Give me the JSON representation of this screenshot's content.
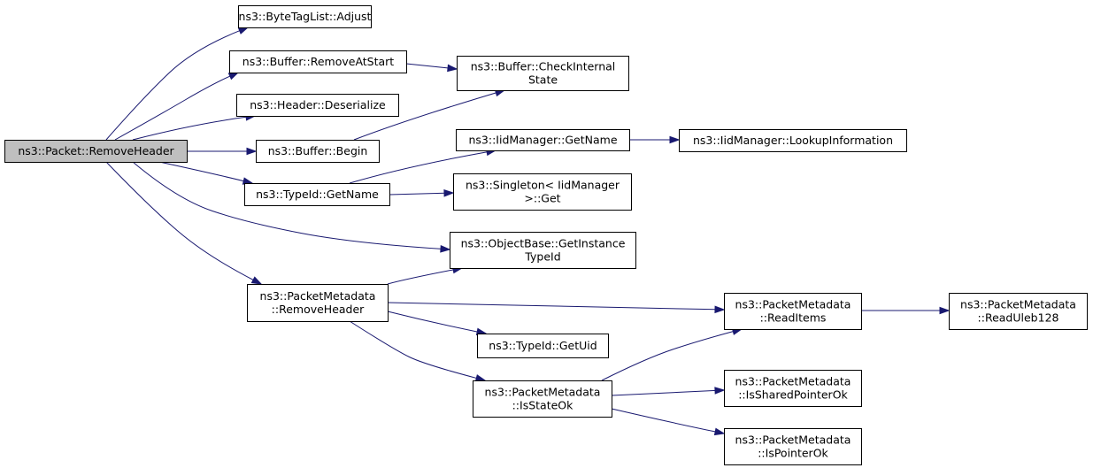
{
  "colors": {
    "edge": "#191970",
    "root_fill": "#bfbfbf",
    "node_fill": "#ffffff",
    "border": "#000000"
  },
  "nodes": {
    "packet_removeheader": {
      "lines": [
        "ns3::Packet::RemoveHeader"
      ]
    },
    "bytetaglist_adjust": {
      "lines": [
        "ns3::ByteTagList::Adjust"
      ]
    },
    "buffer_removeatstart": {
      "lines": [
        "ns3::Buffer::RemoveAtStart"
      ]
    },
    "header_deserialize": {
      "lines": [
        "ns3::Header::Deserialize"
      ]
    },
    "buffer_begin": {
      "lines": [
        "ns3::Buffer::Begin"
      ]
    },
    "typeid_getname": {
      "lines": [
        "ns3::TypeId::GetName"
      ]
    },
    "packetmetadata_removeheader": {
      "lines": [
        "ns3::PacketMetadata",
        "::RemoveHeader"
      ]
    },
    "buffer_checkinternalstate": {
      "lines": [
        "ns3::Buffer::CheckInternal",
        "State"
      ]
    },
    "iidmanager_getname": {
      "lines": [
        "ns3::IidManager::GetName"
      ]
    },
    "singleton_get": {
      "lines": [
        "ns3::Singleton< IidManager",
        " >::Get"
      ]
    },
    "objectbase_getinstancetypeid": {
      "lines": [
        "ns3::ObjectBase::GetInstance",
        "TypeId"
      ]
    },
    "typeid_getuid": {
      "lines": [
        "ns3::TypeId::GetUid"
      ]
    },
    "packetmetadata_isstateok": {
      "lines": [
        "ns3::PacketMetadata",
        "::IsStateOk"
      ]
    },
    "iidmanager_lookupinformation": {
      "lines": [
        "ns3::IidManager::LookupInformation"
      ]
    },
    "packetmetadata_readitems": {
      "lines": [
        "ns3::PacketMetadata",
        "::ReadItems"
      ]
    },
    "packetmetadata_issharedpointerok": {
      "lines": [
        "ns3::PacketMetadata",
        "::IsSharedPointerOk"
      ]
    },
    "packetmetadata_ispointerok": {
      "lines": [
        "ns3::PacketMetadata",
        "::IsPointerOk"
      ]
    },
    "packetmetadata_readuleb128": {
      "lines": [
        "ns3::PacketMetadata",
        "::ReadUleb128"
      ]
    }
  },
  "edges": [
    {
      "from": "packet_removeheader",
      "to": "bytetaglist_adjust"
    },
    {
      "from": "packet_removeheader",
      "to": "buffer_removeatstart"
    },
    {
      "from": "packet_removeheader",
      "to": "header_deserialize"
    },
    {
      "from": "packet_removeheader",
      "to": "buffer_begin"
    },
    {
      "from": "packet_removeheader",
      "to": "typeid_getname"
    },
    {
      "from": "packet_removeheader",
      "to": "objectbase_getinstancetypeid"
    },
    {
      "from": "packet_removeheader",
      "to": "packetmetadata_removeheader"
    },
    {
      "from": "buffer_removeatstart",
      "to": "buffer_checkinternalstate"
    },
    {
      "from": "buffer_begin",
      "to": "buffer_checkinternalstate"
    },
    {
      "from": "typeid_getname",
      "to": "iidmanager_getname"
    },
    {
      "from": "typeid_getname",
      "to": "singleton_get"
    },
    {
      "from": "iidmanager_getname",
      "to": "iidmanager_lookupinformation"
    },
    {
      "from": "packetmetadata_removeheader",
      "to": "objectbase_getinstancetypeid"
    },
    {
      "from": "packetmetadata_removeheader",
      "to": "packetmetadata_readitems"
    },
    {
      "from": "packetmetadata_removeheader",
      "to": "typeid_getuid"
    },
    {
      "from": "packetmetadata_removeheader",
      "to": "packetmetadata_isstateok"
    },
    {
      "from": "packetmetadata_isstateok",
      "to": "packetmetadata_readitems"
    },
    {
      "from": "packetmetadata_isstateok",
      "to": "packetmetadata_issharedpointerok"
    },
    {
      "from": "packetmetadata_isstateok",
      "to": "packetmetadata_ispointerok"
    },
    {
      "from": "packetmetadata_readitems",
      "to": "packetmetadata_readuleb128"
    }
  ]
}
